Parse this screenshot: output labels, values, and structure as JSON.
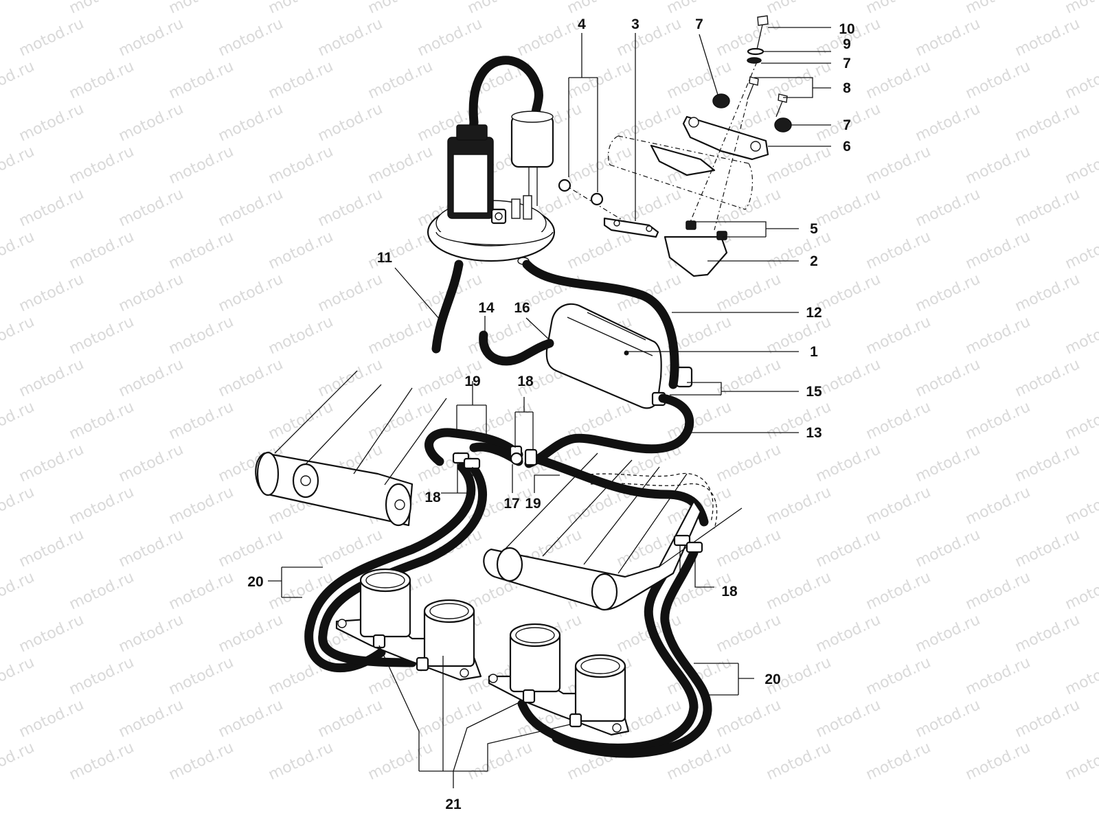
{
  "watermark": {
    "text": "motod.ru"
  },
  "callouts": [
    {
      "id": "c1",
      "label": "1"
    },
    {
      "id": "c2",
      "label": "2"
    },
    {
      "id": "c3",
      "label": "3"
    },
    {
      "id": "c4",
      "label": "4"
    },
    {
      "id": "c5",
      "label": "5"
    },
    {
      "id": "c6",
      "label": "6"
    },
    {
      "id": "c7a",
      "label": "7"
    },
    {
      "id": "c7b",
      "label": "7"
    },
    {
      "id": "c7c",
      "label": "7"
    },
    {
      "id": "c8",
      "label": "8"
    },
    {
      "id": "c9",
      "label": "9"
    },
    {
      "id": "c10",
      "label": "10"
    },
    {
      "id": "c11",
      "label": "11"
    },
    {
      "id": "c12",
      "label": "12"
    },
    {
      "id": "c13",
      "label": "13"
    },
    {
      "id": "c14",
      "label": "14"
    },
    {
      "id": "c15",
      "label": "15"
    },
    {
      "id": "c16",
      "label": "16"
    },
    {
      "id": "c17",
      "label": "17"
    },
    {
      "id": "c18a",
      "label": "18"
    },
    {
      "id": "c18b",
      "label": "18"
    },
    {
      "id": "c18c",
      "label": "18"
    },
    {
      "id": "c19a",
      "label": "19"
    },
    {
      "id": "c19b",
      "label": "19"
    },
    {
      "id": "c20a",
      "label": "20"
    },
    {
      "id": "c20b",
      "label": "20"
    },
    {
      "id": "c21",
      "label": "21"
    }
  ]
}
